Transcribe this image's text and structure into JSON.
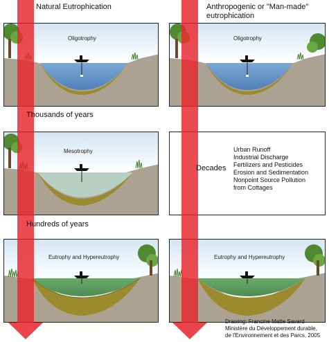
{
  "headers": {
    "natural": "Natural Eutrophication",
    "anthropogenic_line1": "Anthropogenic or \"Man-made\"",
    "anthropogenic_line2": "eutrophication"
  },
  "time_labels": {
    "thousands": "Thousands of years",
    "hundreds": "Hundreds of years",
    "decades": "Decades"
  },
  "stages": {
    "oligotrophy": "Oligotrophy",
    "mesotrophy": "Mesotrophy",
    "eutrophy": "Eutrophy and Hypereutrophy"
  },
  "causes": [
    "Urban Runoff",
    "Industrial Discharge",
    "Fertilizers and Pesticides",
    "Erosion and Sedimentation",
    "Nonpoint Source Pollution",
    "from Cottages"
  ],
  "credit": {
    "line1": "Drawing: Francine Matte Savard",
    "line2": "Ministère du Développement durable,",
    "line3": "de l'Environnement et des Parcs, 2005"
  },
  "colors": {
    "arrow": "#e8252b",
    "oligotrophic_water": "#5f8fc4",
    "mesotrophic_water": "#b9cfc6",
    "eutrophic_water": "#5fa065",
    "sediment": "#9b8a2e",
    "ground": "#aaa090"
  }
}
